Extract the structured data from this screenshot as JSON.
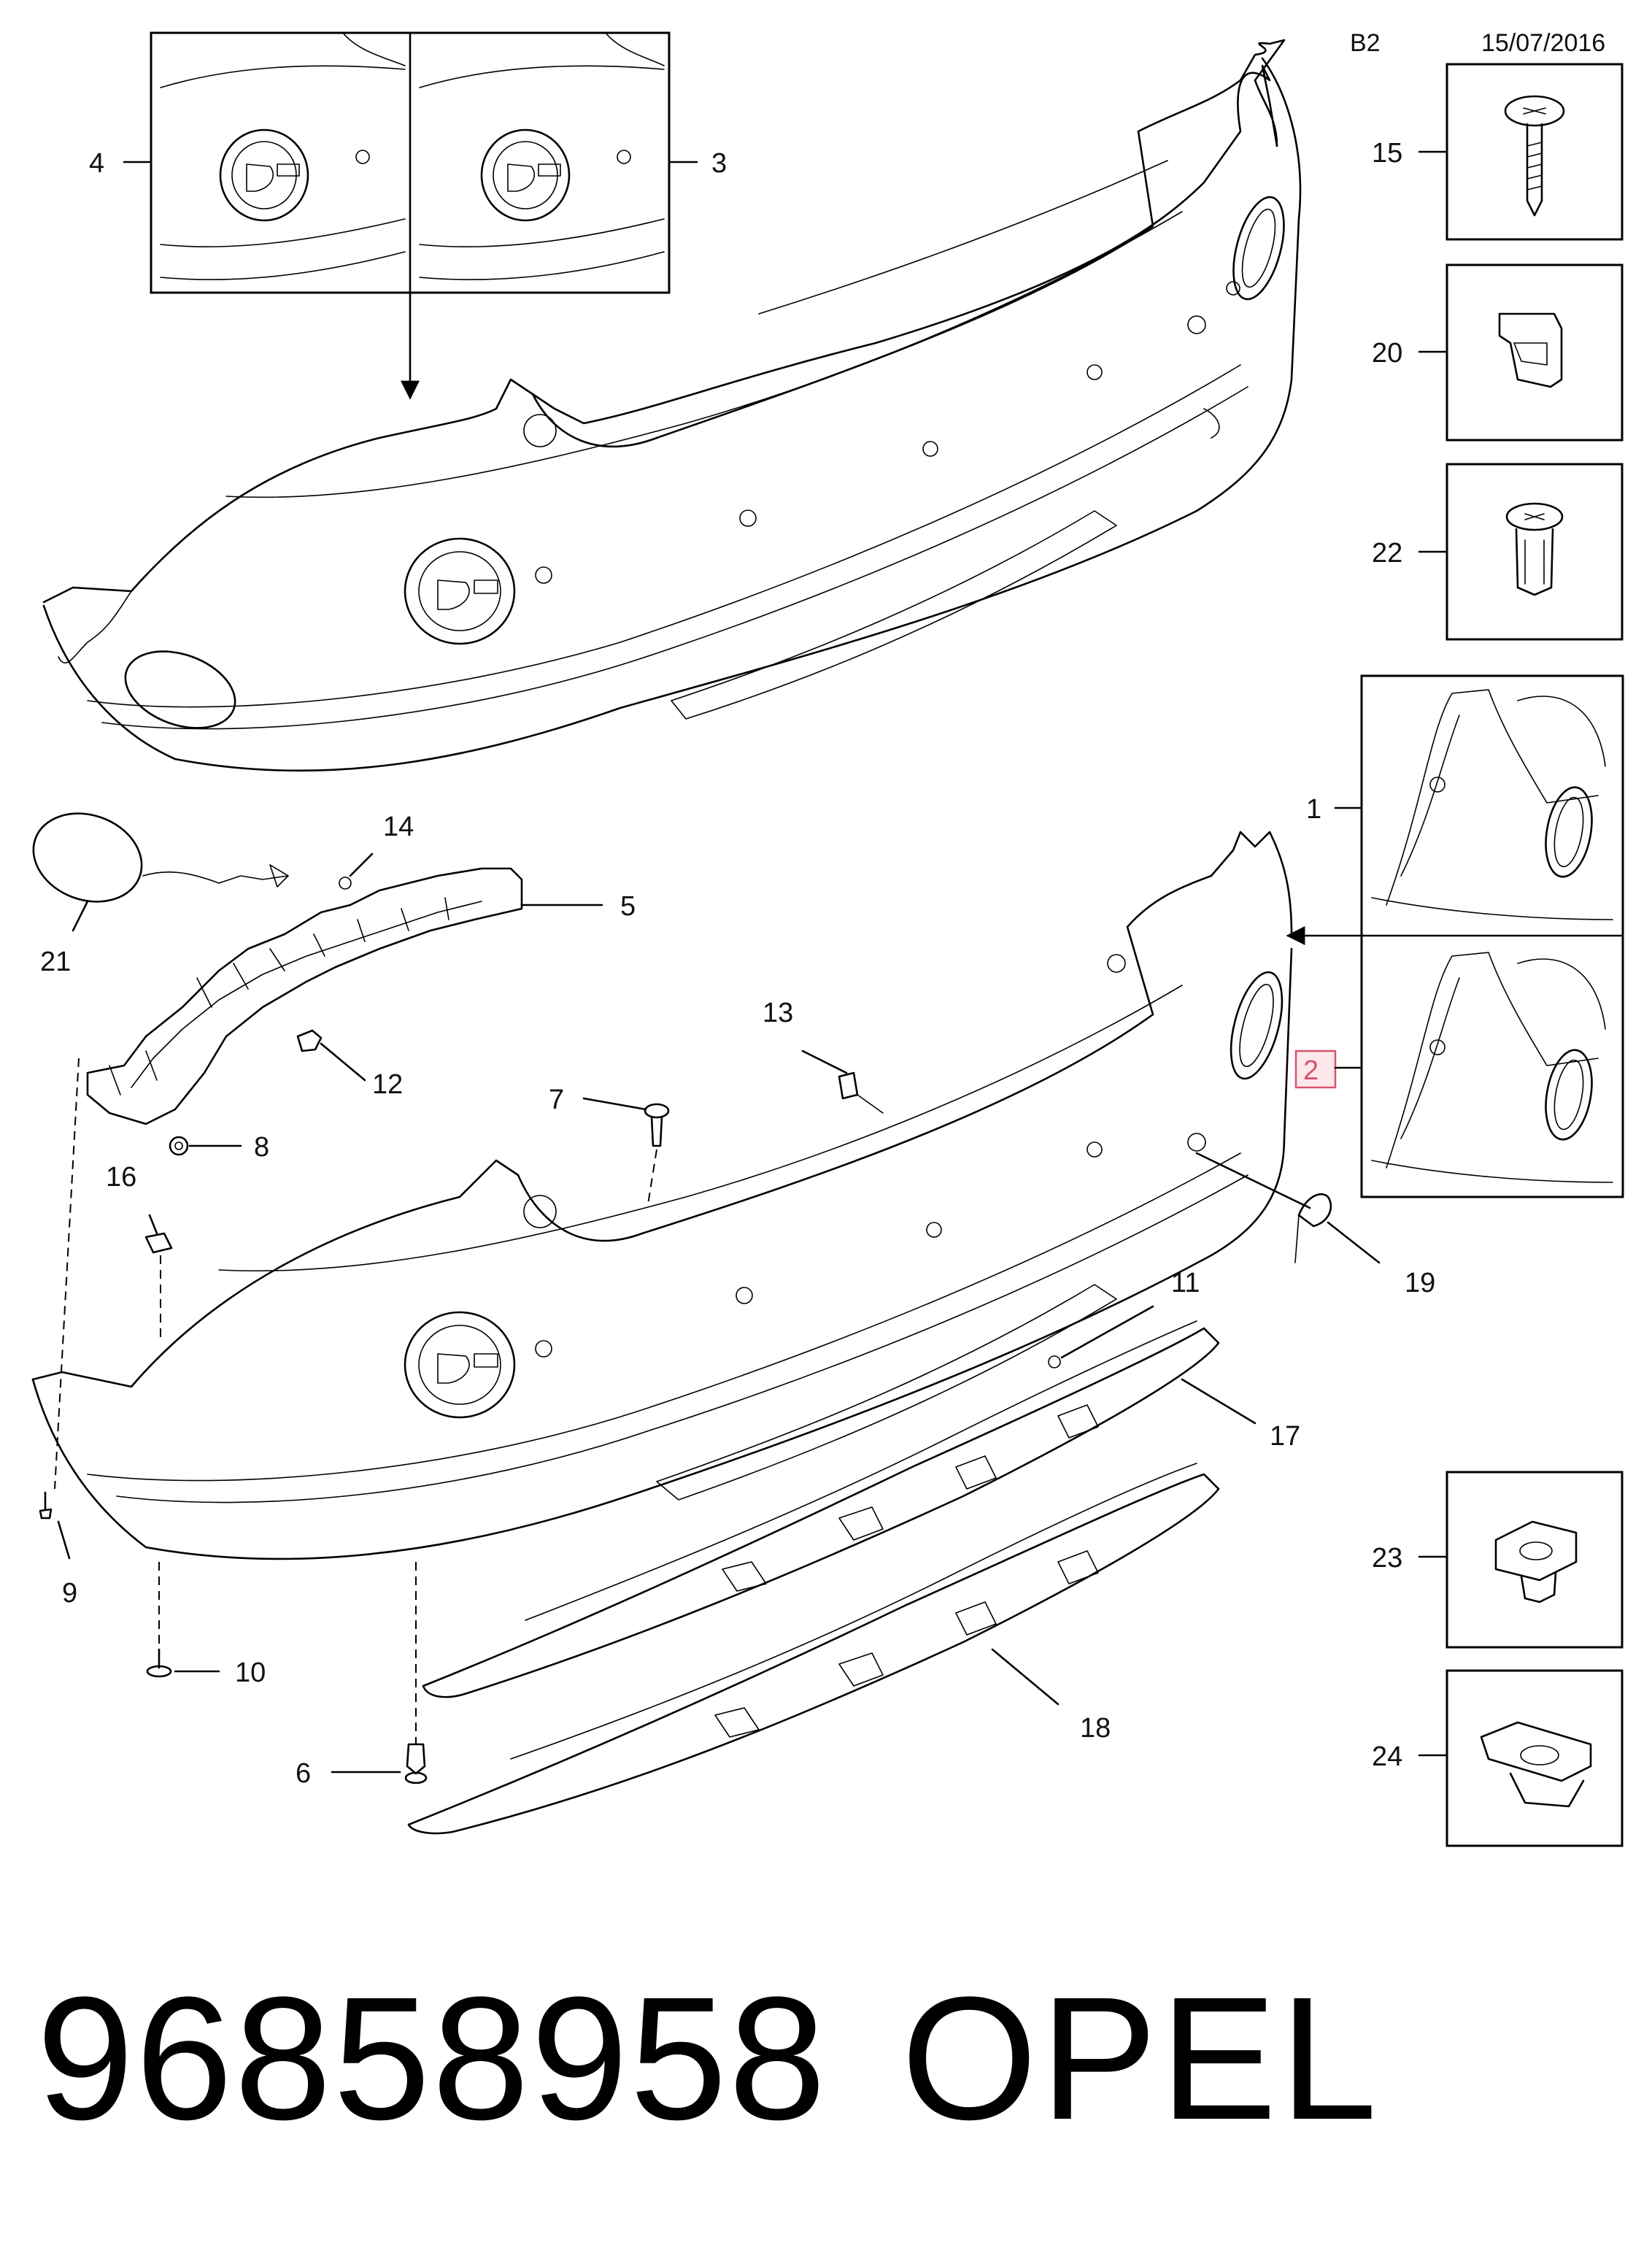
{
  "header": {
    "sheet": "B2",
    "date": "15/07/2016"
  },
  "callouts": {
    "c1": "1",
    "c2": "2",
    "c3": "3",
    "c4": "4",
    "c5": "5",
    "c6": "6",
    "c7": "7",
    "c8": "8",
    "c9": "9",
    "c10": "10",
    "c11": "11",
    "c12": "12",
    "c13": "13",
    "c14": "14",
    "c15": "15",
    "c16": "16",
    "c17": "17",
    "c18": "18",
    "c19": "19",
    "c20": "20",
    "c21": "21",
    "c22": "22",
    "c23": "23",
    "c24": "24"
  },
  "highlighted_callout": "2",
  "highlight_color": "#d9546b",
  "footer": {
    "part_number": "96858958",
    "brand": "OPEL"
  }
}
